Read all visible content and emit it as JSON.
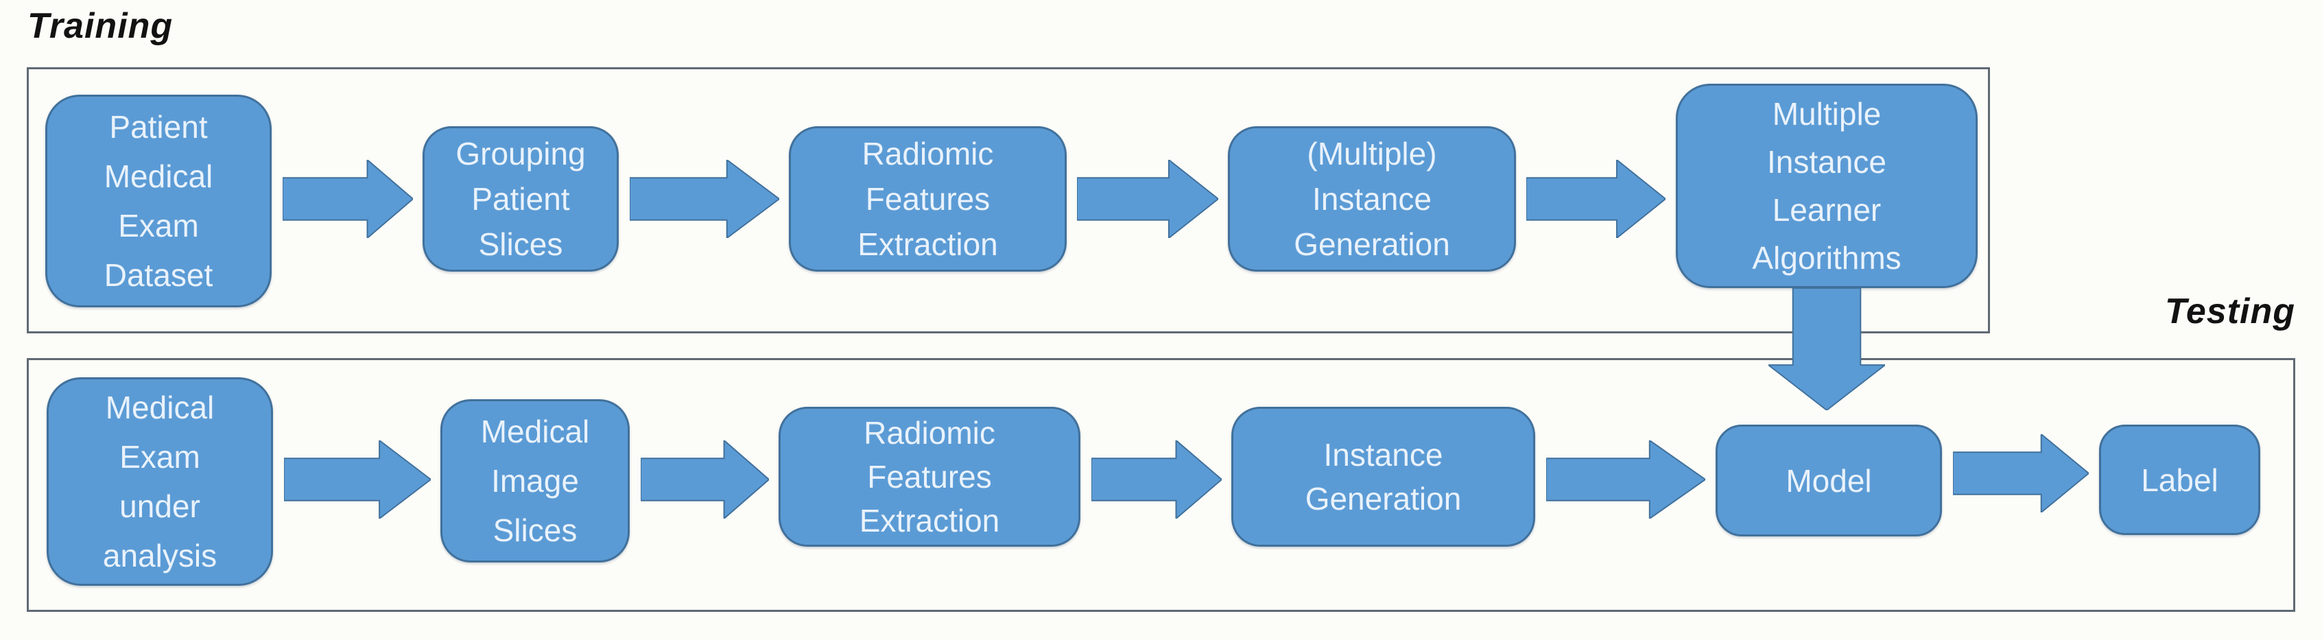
{
  "diagram_type": "flowchart",
  "colors": {
    "node_fill": "#5b9bd5",
    "node_border": "#41719c",
    "container_border": "#5f6a74",
    "node_text": "#e9f2fb",
    "title_text": "#121212",
    "background": "#fcfcf8"
  },
  "training": {
    "title": "Training",
    "nodes": [
      "Patient\nMedical\nExam\nDataset",
      "Grouping\nPatient\nSlices",
      "Radiomic\nFeatures\nExtraction",
      "(Multiple)\nInstance\nGeneration",
      "Multiple\nInstance\nLearner\nAlgorithms"
    ]
  },
  "testing": {
    "title": "Testing",
    "nodes": [
      "Medical\nExam\nunder\nanalysis",
      "Medical\nImage\nSlices",
      "Radiomic\nFeatures\nExtraction",
      "Instance\nGeneration",
      "Model",
      "Label"
    ]
  }
}
